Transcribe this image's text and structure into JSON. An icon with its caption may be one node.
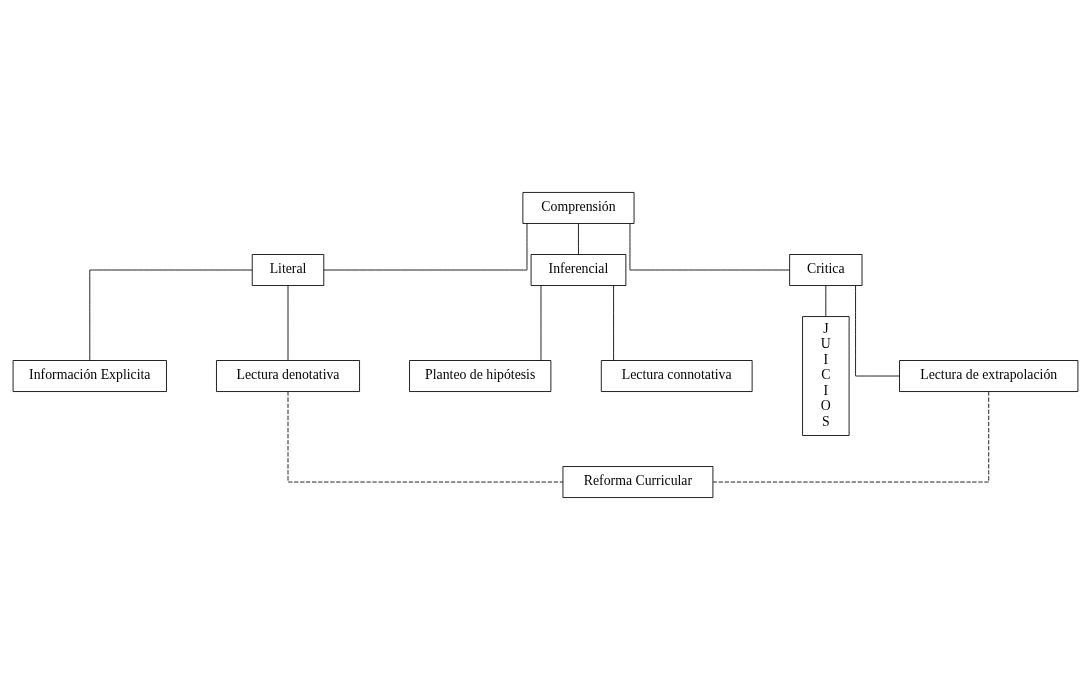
{
  "diagram": {
    "nodes": [
      {
        "text": [
          "Comprensión"
        ]
      },
      {
        "text": [
          "Literal"
        ]
      },
      {
        "text": [
          "Inferencial"
        ]
      },
      {
        "text": [
          "Critica"
        ]
      },
      {
        "text": [
          "Información Explicita"
        ]
      },
      {
        "text": [
          "Planteo de hipótesis"
        ]
      },
      {
        "text": [
          "JUICIOS"
        ]
      },
      {
        "text": [
          "Lectura denotativa"
        ]
      },
      {
        "text": [
          "Lectura connotativa"
        ]
      },
      {
        "text": [
          "Lectura de extrapolación"
        ]
      },
      {
        "text": [
          "Reforma Curricular"
        ]
      }
    ],
    "edges": [
      {
        "from": 0,
        "to": 1,
        "arrow": "none"
      },
      {
        "from": 0,
        "to": 2,
        "arrow": "none"
      },
      {
        "from": 0,
        "to": 3,
        "arrow": "none"
      },
      {
        "from": 1,
        "to": 4,
        "arrow": "none"
      },
      {
        "from": 2,
        "to": 5,
        "arrow": "none"
      },
      {
        "from": 3,
        "to": 6,
        "arrow": "none"
      },
      {
        "from": 1,
        "to": 7,
        "arrow": "none"
      },
      {
        "from": 2,
        "to": 8,
        "arrow": "none"
      },
      {
        "from": 3,
        "to": 9,
        "arrow": "none"
      },
      {
        "from": 7,
        "to": 10,
        "arrow": "none",
        "style": "dashed"
      },
      {
        "from": 9,
        "to": 10,
        "arrow": "none",
        "style": "dashed"
      }
    ]
  }
}
